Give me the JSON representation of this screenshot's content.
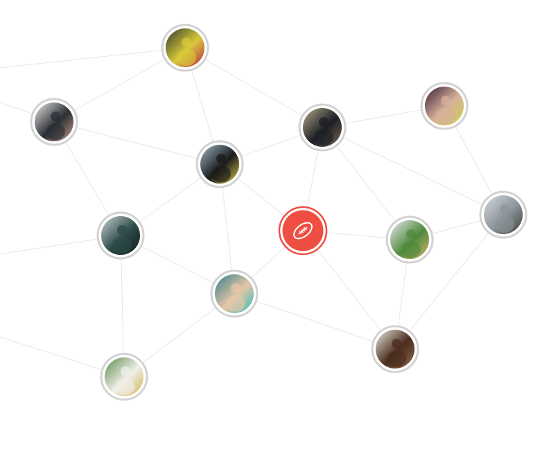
{
  "colors": {
    "accent": "#ef4e42",
    "edge": "#e6e6e6",
    "ring": "#d2d2d2",
    "background": "#ffffff"
  },
  "center_node": {
    "icon": "football-icon"
  },
  "nodes": [
    {
      "id": "soccer-player",
      "photo": "person-with-soccer-ball-photo",
      "tones": [
        "#2d3a2a",
        "#d8c83a",
        "#b7263f"
      ]
    },
    {
      "id": "hooded-man",
      "photo": "man-in-hood-photo",
      "tones": [
        "#e9e6e2",
        "#2a2f36",
        "#c79c86"
      ]
    },
    {
      "id": "mountain-flag",
      "photo": "mountain-pennant-photo",
      "tones": [
        "#b7a98a",
        "#1c1f25",
        "#7d6b55"
      ]
    },
    {
      "id": "woman-drinking",
      "photo": "woman-with-drink-photo",
      "tones": [
        "#3a1d36",
        "#d7b19a",
        "#c9d34c"
      ]
    },
    {
      "id": "diver",
      "photo": "scuba-diver-photo",
      "tones": [
        "#9fb7c8",
        "#1b1b1b",
        "#d9c64a"
      ]
    },
    {
      "id": "underwater",
      "photo": "underwater-view-photo",
      "tones": [
        "#c9d3d3",
        "#2c4a47",
        "#0f1d1f"
      ]
    },
    {
      "id": "skydiver",
      "photo": "skydiver-photo",
      "tones": [
        "#d6d9dd",
        "#8c939a",
        "#3a3f2c"
      ]
    },
    {
      "id": "man-lying",
      "photo": "man-lying-down-photo",
      "tones": [
        "#eae9f0",
        "#4f8a3c",
        "#d7b26b"
      ]
    },
    {
      "id": "tennis-woman",
      "photo": "woman-athlete-photo",
      "tones": [
        "#2f7e8a",
        "#e6c6a8",
        "#25c0b8"
      ]
    },
    {
      "id": "horse-rider",
      "photo": "horse-rider-photo",
      "tones": [
        "#ece8df",
        "#4a2c1e",
        "#8f6a4f"
      ]
    },
    {
      "id": "hockey-player",
      "photo": "field-hockey-player-photo",
      "tones": [
        "#5c8a4a",
        "#f0efe9",
        "#d1b04b"
      ]
    }
  ]
}
